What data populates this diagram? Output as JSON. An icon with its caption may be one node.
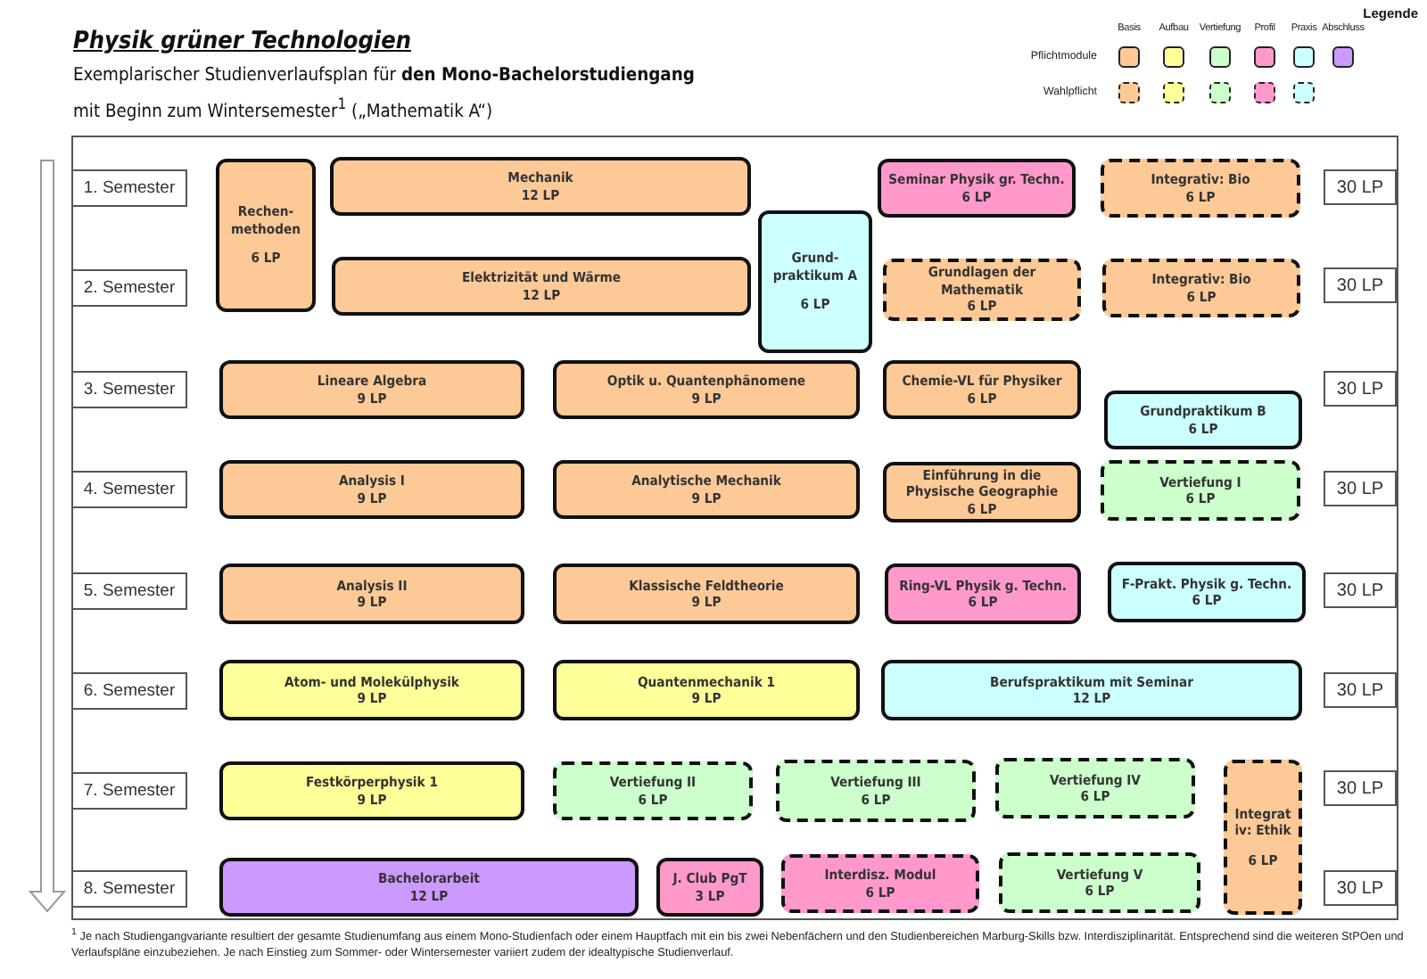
{
  "diagram": {
    "title": "Physik grüner Technologien",
    "caption": "$^{1}$ Je nach Studiengangvariante resultiert der gesamte Studienumfang aus einem Mono-Studienfach oder einem Hauptfach mit ein bis zwei Nebenfächern und den Studienbereichen Marburg-Skills bzw. Interdisziplinarität. Entsprechend sind die weiteren StPOen und Verlaufspläne einzubeziehen. Je nach Einstieg zum Sommer- oder Wintersemester variiert zudem der idealtypische Studienverlauf.",
    "nodes": [
      {
        "text": [
          "1. Semester"
        ]
      },
      {
        "text": [
          "Rechen- methoden",
          "6 LP"
        ]
      },
      {
        "text": [
          "Mechanik",
          "12 LP"
        ]
      },
      {
        "text": [
          "Grund- praktikum A",
          "6 LP"
        ]
      },
      {
        "text": [
          "Seminar Physik gr. Techn.",
          "6 LP"
        ]
      },
      {
        "text": [
          "Integrativ: Bio",
          "6 LP"
        ]
      },
      {
        "text": [
          "30 LP"
        ]
      },
      {
        "text": [
          "2. Semester"
        ]
      },
      {
        "text": [
          "Elektrizität und Wärme",
          "12 LP"
        ]
      },
      {
        "text": [
          "Grundlagen der Mathematik",
          "6 LP"
        ]
      },
      {
        "text": [
          "Integrativ: Bio",
          "6 LP"
        ]
      },
      {
        "text": [
          "30 LP"
        ]
      },
      {
        "text": [
          "3. Semester"
        ]
      },
      {
        "text": [
          "Lineare Algebra",
          "9 LP"
        ]
      },
      {
        "text": [
          "Optik u. Quantenphänomene",
          "9 LP"
        ]
      },
      {
        "text": [
          "Chemie-VL für Physiker",
          "6 LP"
        ]
      },
      {
        "text": [
          "30 LP"
        ]
      },
      {
        "text": [
          "Grundpraktikum B",
          "6 LP"
        ]
      },
      {
        "text": [
          "4. Semester"
        ]
      },
      {
        "text": [
          "Analysis I",
          "9 LP"
        ]
      },
      {
        "text": [
          "Analytische Mechanik",
          "9 LP"
        ]
      },
      {
        "text": [
          "Einführung in die Physische Geographie",
          "6 LP"
        ]
      },
      {
        "text": [
          "Vertiefung I",
          "6 LP"
        ]
      },
      {
        "text": [
          "30 LP"
        ]
      },
      {
        "text": [
          "5. Semester"
        ]
      },
      {
        "text": [
          "Analysis II",
          "9 LP"
        ]
      },
      {
        "text": [
          "Klassische Feldtheorie",
          "9 LP"
        ]
      },
      {
        "text": [
          "Ring-VL Physik g. Techn.",
          "6 LP"
        ]
      },
      {
        "text": [
          "F-Prakt. Physik g. Techn.",
          "6 LP"
        ]
      },
      {
        "text": [
          "30 LP"
        ]
      },
      {
        "text": [
          "6. Semester"
        ]
      },
      {
        "text": [
          "Atom- und Molekülphysik",
          "9 LP"
        ]
      },
      {
        "text": [
          "Quantenmechanik 1",
          "9 LP"
        ]
      },
      {
        "text": [
          "Berufspraktikum mit Seminar",
          "12 LP"
        ]
      },
      {
        "text": [
          "30 LP"
        ]
      },
      {
        "text": [
          "7. Semester"
        ]
      },
      {
        "text": [
          "Festkörperphysik 1",
          "9 LP"
        ]
      },
      {
        "text": [
          "Vertiefung II",
          "6 LP"
        ]
      },
      {
        "text": [
          "Vertiefung III",
          "6 LP"
        ]
      },
      {
        "text": [
          "Vertiefung IV",
          "6 LP"
        ]
      },
      {
        "text": [
          "Integrativ: Ethik",
          "6 LP"
        ]
      },
      {
        "text": [
          "30 LP"
        ]
      },
      {
        "text": [
          "8. Semester"
        ]
      },
      {
        "text": [
          "Bachelorarbeit",
          "12 LP"
        ]
      },
      {
        "text": [
          "J. Club PgT",
          "3 LP"
        ]
      },
      {
        "text": [
          "Interdisz. Modul",
          "6 LP"
        ]
      },
      {
        "text": [
          "Vertiefung V",
          "6 LP"
        ]
      },
      {
        "text": [
          "30 LP"
        ]
      }
    ],
    "labels": [
      "Exemplarischer Studienverlaufsplan für **den Mono-Bachelorstudiengang** mit Beginn zum Wintersemester$^{1}$ („Mathematik A“)",
      "Legende"
    ],
    "legend": [
      {
        "text": "Basis",
        "color": "#fcc997"
      },
      {
        "text": "Aufbau",
        "color": "#ffff99"
      },
      {
        "text": "Vertiefung",
        "color": "#ccffcc"
      },
      {
        "text": "Profil",
        "color": "#ff99cc"
      },
      {
        "text": "Praxis",
        "color": "#ccffff"
      },
      {
        "text": "Abschluss",
        "color": "#cc99ff"
      },
      {
        "text": "Pflichtmodule"
      },
      {
        "text": "Wahlpflicht"
      }
    ]
  }
}
